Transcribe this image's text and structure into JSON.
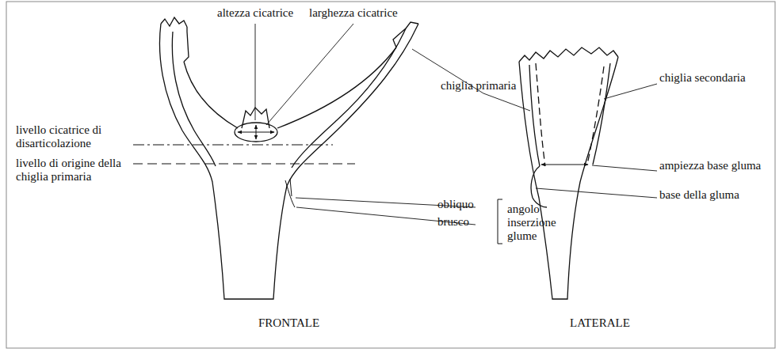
{
  "diagram": {
    "labels": [
      "altezza cicatrice",
      "larghezza cicatrice",
      "livello cicatrice di disarticolazione",
      "livello di origine della chiglia primaria",
      "chiglia primaria",
      "chiglia secondaria",
      "ampiezza base gluma",
      "base della gluma",
      "obliquo",
      "brusco",
      "angolo inserzione glume",
      "FRONTALE",
      "LATERALE"
    ]
  }
}
